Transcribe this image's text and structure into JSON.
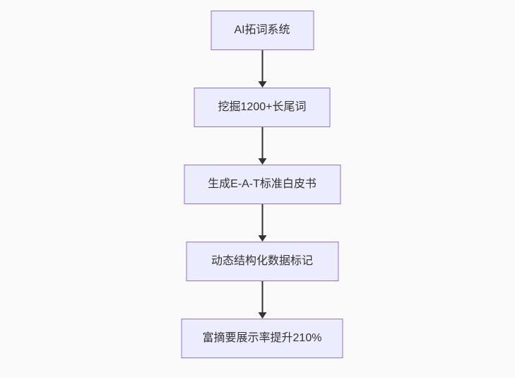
{
  "page": {
    "background_color": "#fafafa"
  },
  "diagram": {
    "type": "flowchart",
    "direction": "top-down",
    "style": {
      "node_fill": "#ececff",
      "node_border": "#9370db",
      "text_color": "#333333",
      "arrow_color": "#333333"
    },
    "nodes": [
      {
        "id": "A",
        "label": "AI拓词系统"
      },
      {
        "id": "B",
        "label": "挖掘1200+长尾词"
      },
      {
        "id": "C",
        "label": "生成E-A-T标准白皮书"
      },
      {
        "id": "D",
        "label": "动态结构化数据标记"
      },
      {
        "id": "E",
        "label": "富摘要展示率提升210%"
      }
    ],
    "edges": [
      {
        "from": "A",
        "to": "B"
      },
      {
        "from": "B",
        "to": "C"
      },
      {
        "from": "C",
        "to": "D"
      },
      {
        "from": "D",
        "to": "E"
      }
    ]
  }
}
